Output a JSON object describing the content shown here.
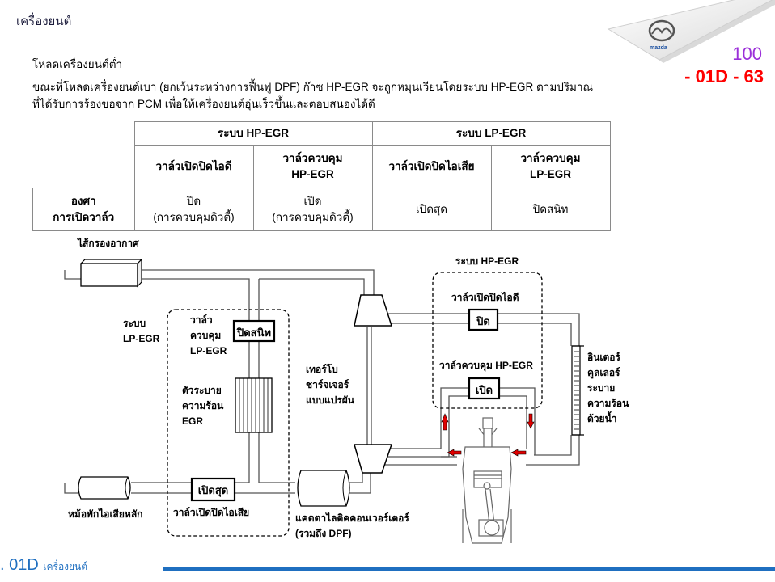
{
  "header": {
    "section_title": "เครื่องยนต์",
    "brand": "mazda",
    "page_number": "100",
    "page_code": "- 01D - 63"
  },
  "content": {
    "heading": "โหลดเครื่องยนต์ต่ำ",
    "paragraph_line1": "ขณะที่โหลดเครื่องยนต์เบา (ยกเว้นระหว่างการฟื้นฟู DPF) ก๊าซ HP-EGR จะถูกหมุนเวียนโดยระบบ HP-EGR ตามปริมาณ",
    "paragraph_line2": "ที่ได้รับการร้องขอจาก PCM เพื่อให้เครื่องยนต์อุ่นเร็วขึ้นและตอบสนองได้ดี"
  },
  "table": {
    "groups": [
      {
        "label": "ระบบ HP-EGR"
      },
      {
        "label": "ระบบ LP-EGR"
      }
    ],
    "columns": [
      {
        "line1": "วาล์วเปิดปิดไอดี",
        "line2": ""
      },
      {
        "line1": "วาล์วควบคุม",
        "line2": "HP-EGR"
      },
      {
        "line1": "วาล์วเปิดปิดไอเสีย",
        "line2": ""
      },
      {
        "line1": "วาล์วควบคุม",
        "line2": "LP-EGR"
      }
    ],
    "row_header": {
      "line1": "องศา",
      "line2": "การเปิดวาล์ว"
    },
    "cells": [
      {
        "line1": "ปิด",
        "line2": "(การควบคุมดิวตี้)"
      },
      {
        "line1": "เปิด",
        "line2": "(การควบคุมดิวตี้)"
      },
      {
        "line1": "เปิดสุด",
        "line2": ""
      },
      {
        "line1": "ปิดสนิท",
        "line2": ""
      }
    ]
  },
  "diagram": {
    "air_filter": "ไส้กรองอากาศ",
    "lp_system_line1": "ระบบ",
    "lp_system_line2": "LP-EGR",
    "lp_valve_line1": "วาล์ว",
    "lp_valve_line2": "ควบคุม",
    "lp_valve_line3": "LP-EGR",
    "lp_valve_state": "ปิดสนิท",
    "egr_cooler_line1": "ตัวระบาย",
    "egr_cooler_line2": "ความร้อน",
    "egr_cooler_line3": "EGR",
    "exhaust_valve_state": "เปิดสุด",
    "exhaust_valve_label": "วาล์วเปิดปิดไอเสีย",
    "main_muffler": "หม้อพักไอเสียหลัก",
    "catalytic_line1": "แคตตาไลติคคอนเวอร์เตอร์",
    "catalytic_line2": "(รวมถึง DPF)",
    "turbo_line1": "เทอร์โบ",
    "turbo_line2": "ชาร์จเจอร์",
    "turbo_line3": "แบบแปรผัน",
    "hp_system": "ระบบ HP-EGR",
    "intake_valve_label": "วาล์วเปิดปิดไอดี",
    "intake_valve_state": "ปิด",
    "hp_valve_label": "วาล์วควบคุม HP-EGR",
    "hp_valve_state": "เปิด",
    "intercooler_line1": "อินเตอร์",
    "intercooler_line2": "คูลเลอร์",
    "intercooler_line3": "ระบาย",
    "intercooler_line4": "ความร้อน",
    "intercooler_line5": "ด้วยน้ำ",
    "flow_arrow_color": "#e00000"
  },
  "footer": {
    "chapter_code": ". 01D",
    "chapter_name": "เครื่องยนต์",
    "accent_color": "#1f6fc0"
  }
}
